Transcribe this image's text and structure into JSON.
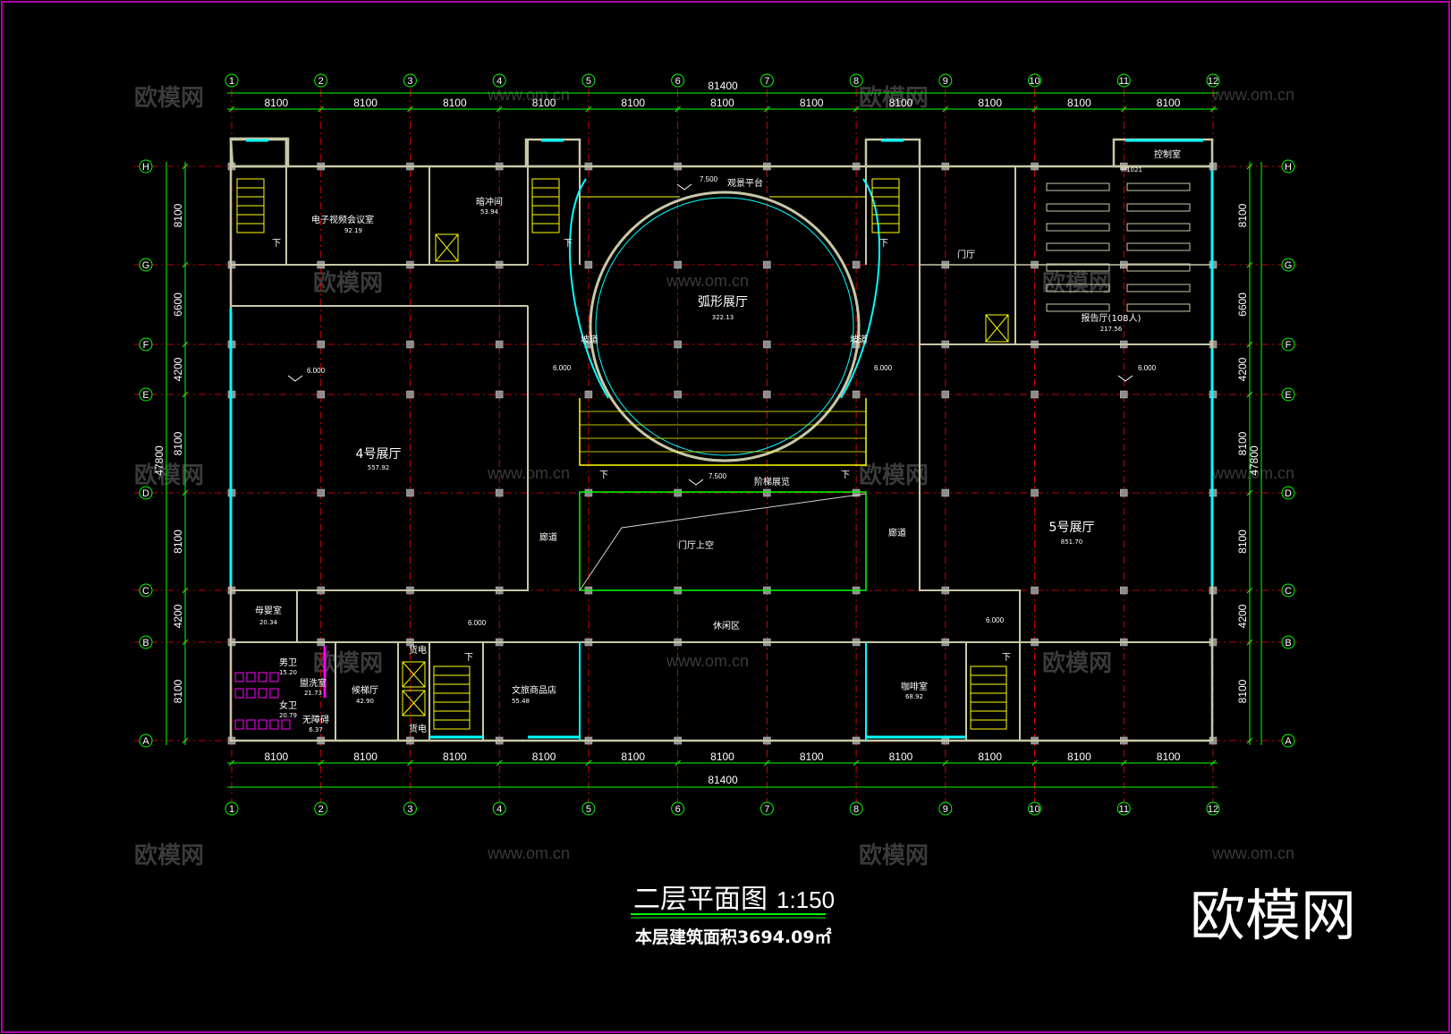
{
  "title": {
    "main": "二层平面图",
    "scale": "1:150",
    "area_note": "本层建筑面积3694.09㎡"
  },
  "brand": {
    "logo": "欧模网",
    "url": "www.om.cn"
  },
  "axes": {
    "columns": [
      "1",
      "2",
      "3",
      "4",
      "5",
      "6",
      "7",
      "8",
      "9",
      "10",
      "11",
      "12"
    ],
    "rows": [
      "H",
      "G",
      "F",
      "E",
      "D",
      "C",
      "B",
      "A"
    ]
  },
  "dimensions": {
    "column_spacing": [
      "8100",
      "8100",
      "8100",
      "8100",
      "8100",
      "8100",
      "8100",
      "8100",
      "8100",
      "8100",
      "8100"
    ],
    "total_width": "81400",
    "row_spacing": [
      "8100",
      "6600",
      "4200",
      "8100",
      "8100",
      "4200",
      "8100"
    ],
    "total_depth": "47800"
  },
  "rooms": {
    "e_video_meeting": {
      "name": "电子视频会议室",
      "area": "92.19"
    },
    "darkroom": {
      "name": "暗冲间",
      "area": "53.94"
    },
    "viewing_platform": {
      "name": "观景平台"
    },
    "arc_hall": {
      "name": "弧形展厅",
      "area": "322.13"
    },
    "lobby_right": {
      "name": "门厅"
    },
    "control_room": {
      "name": "控制室"
    },
    "lecture_hall": {
      "name": "报告厅(108人)",
      "area": "217.56"
    },
    "hall4": {
      "name": "4号展厅",
      "area": "557.92"
    },
    "hall5": {
      "name": "5号展厅",
      "area": "851.70"
    },
    "ramp_left": {
      "name": "坡道"
    },
    "ramp_right": {
      "name": "坡道"
    },
    "stair_gallery": {
      "name": "阶梯展览"
    },
    "corridor_left": {
      "name": "廊道"
    },
    "corridor_right": {
      "name": "廊道"
    },
    "lobby_void": {
      "name": "门厅上空"
    },
    "rest_area": {
      "name": "休闲区"
    },
    "mother_baby": {
      "name": "母婴室",
      "area": "20.34"
    },
    "male_wc": {
      "name": "男卫",
      "area": "15.20"
    },
    "wash_room": {
      "name": "盥洗室",
      "area": "21.73"
    },
    "female_wc": {
      "name": "女卫",
      "area": "20.79"
    },
    "accessible_wc": {
      "name": "无障碍",
      "area": "6.37"
    },
    "waiting_hall": {
      "name": "候梯厅",
      "area": "42.90"
    },
    "lift_top": {
      "name": "货电"
    },
    "lift_bottom": {
      "name": "货电"
    },
    "souvenir": {
      "name": "文旅商品店",
      "area": "55.48"
    },
    "cafe": {
      "name": "咖啡室",
      "area": "68.92"
    }
  },
  "elevations": {
    "platform": "7.500",
    "stair_gallery": "7.500",
    "hall4": "6.000",
    "ramp_left": "6.000",
    "ramp_right": "6.000",
    "hall5": "6.000",
    "rest_left": "6.000",
    "rest_right": "6.000"
  },
  "stair_mark": "下",
  "door_tag": "M1021",
  "colors": {
    "background": "#000000",
    "grid_axis": "#ff0000",
    "dimension": "#00ff00",
    "wall": "#c8c8a8",
    "window": "#00ffff",
    "stair": "#ffff00",
    "sanitary": "#ff00ff",
    "frame": "#c000c0"
  }
}
